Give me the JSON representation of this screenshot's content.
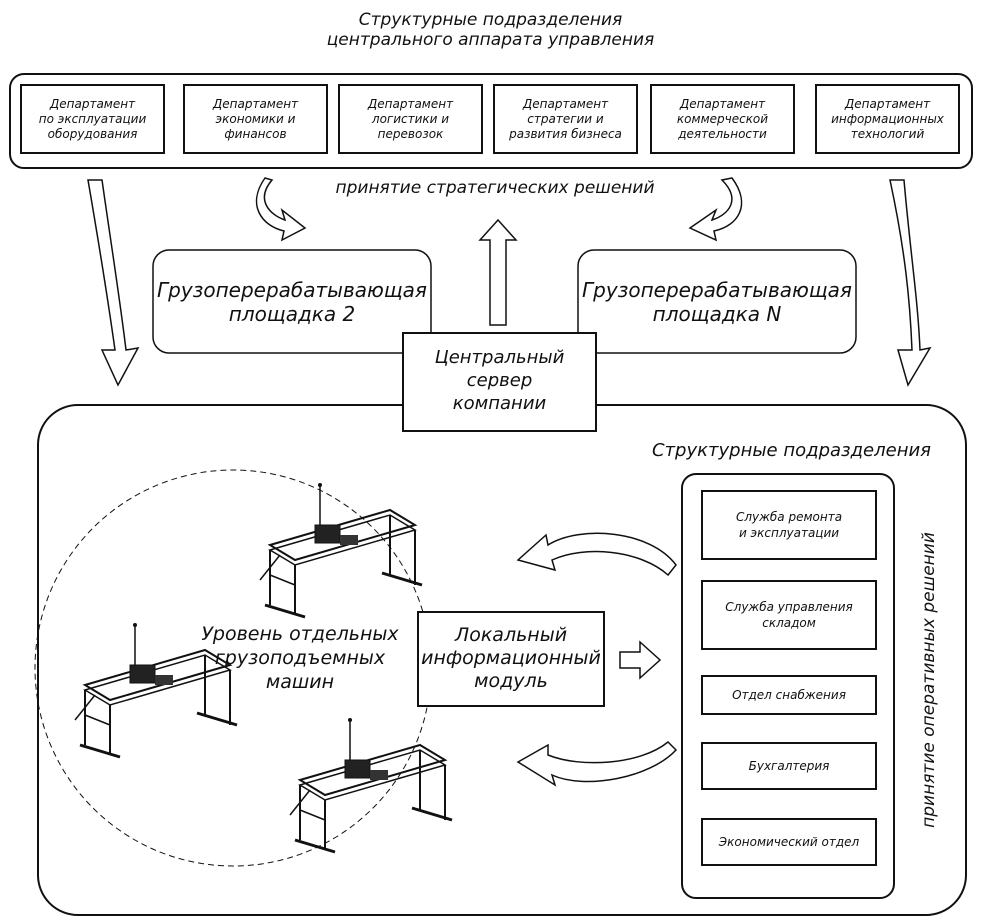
{
  "header": {
    "title": "Структурные подразделения\nцентрального аппарата управления"
  },
  "departments": [
    {
      "label": "Департамент\nпо эксплуатации\nоборудования"
    },
    {
      "label": "Департамент\nэкономики и\nфинансов"
    },
    {
      "label": "Департамент\nлогистики и\nперевозок"
    },
    {
      "label": "Департамент\nстратегии и\nразвития бизнеса"
    },
    {
      "label": "Департамент\nкоммерческой\nдеятельности"
    },
    {
      "label": "Департамент\nинформационных\nтехнологий"
    }
  ],
  "strategic_label": "принятие стратегических решений",
  "sites": {
    "site2": "Грузоперерабатывающая\nплощадка 2",
    "siteN": "Грузоперерабатывающая\nплощадка N"
  },
  "central_server": "Центральный\nсервер\nкомпании",
  "lower": {
    "title": "Структурные подразделения",
    "machines_label": "Уровень отдельных\nгрузоподъемных\nмашин",
    "local_module": "Локальный\nинформационный\nмодуль",
    "operational_label": "принятие оперативных решений",
    "units": [
      {
        "label": "Служба ремонта\nи эксплуатации"
      },
      {
        "label": "Служба управления\nскладом"
      },
      {
        "label": "Отдел снабжения"
      },
      {
        "label": "Бухгалтерия"
      },
      {
        "label": "Экономический отдел"
      }
    ]
  },
  "colors": {
    "line": "#111111",
    "background": "#ffffff"
  }
}
